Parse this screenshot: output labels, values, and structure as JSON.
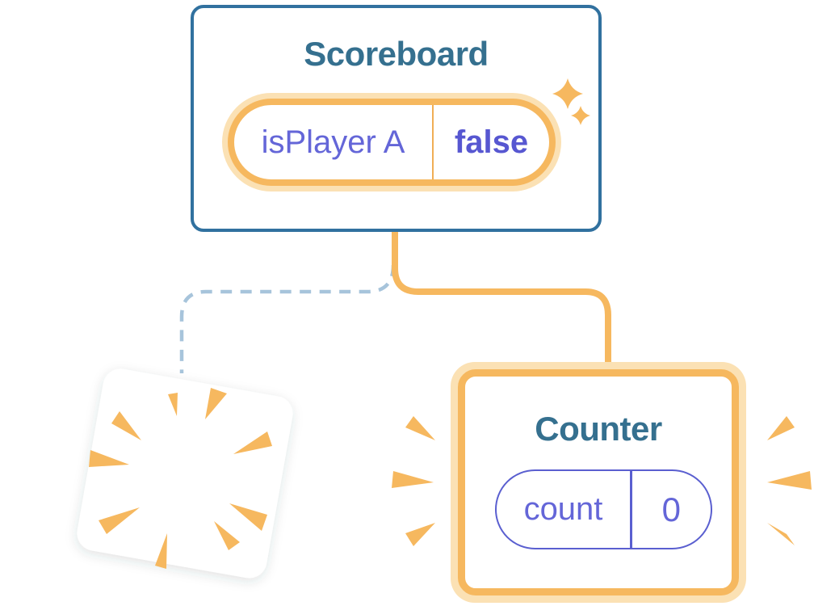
{
  "diagram": {
    "description": "React state diagram: Scoreboard component replaced, Counter component appears with fresh state",
    "scoreboard": {
      "title": "Scoreboard",
      "state": {
        "key": "isPlayer A",
        "value": "false"
      }
    },
    "counter": {
      "title": "Counter",
      "state": {
        "key": "count",
        "value": "0"
      }
    },
    "icons": {
      "sparkles": "sparkles-icon",
      "poof": "poof-burst-icon",
      "emphasis": "emphasis-burst-icon",
      "solid_connector": "solid-connector-line",
      "dashed_connector": "dashed-connector-line"
    }
  },
  "colors": {
    "orange": "#f6b85f",
    "orange-light": "#fbe1b4",
    "orange-divider": "#f0ae55",
    "blue-border": "#31719f",
    "blue-title": "#35708f",
    "purple": "#6466d8",
    "purple-bold": "#5757d1",
    "purple-stroke": "#5a5fd0",
    "dash-blue": "#a7c4db",
    "card-bg": "#ffffff"
  }
}
